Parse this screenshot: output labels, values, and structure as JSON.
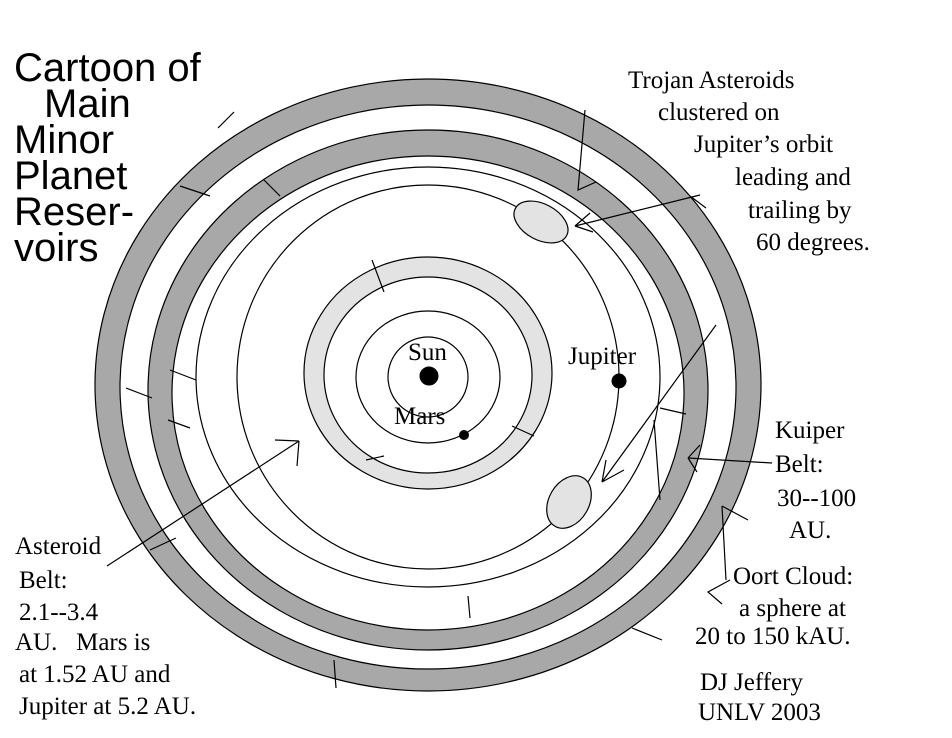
{
  "title": [
    "Cartoon of",
    "Main",
    "Minor",
    "Planet",
    "Reser-",
    "voirs"
  ],
  "labels": {
    "sun": "Sun",
    "mars": "Mars",
    "jupiter": "Jupiter"
  },
  "trojan": [
    "Trojan Asteroids",
    "clustered on",
    "Jupiter’s orbit",
    "leading and",
    "trailing by",
    "60 degrees."
  ],
  "kuiper": [
    "Kuiper",
    "Belt:",
    "30--100",
    "AU."
  ],
  "oort": [
    "Oort Cloud:",
    "a sphere at",
    "20 to 150 kAU."
  ],
  "asteroid": [
    "Asteroid",
    "Belt:",
    "2.1--3.4",
    "AU.   Mars is",
    "at 1.52 AU and",
    "Jupiter at 5.2 AU."
  ],
  "credit": [
    "DJ Jeffery",
    "UNLV 2003"
  ],
  "colors": {
    "outline": "#000000",
    "belt_gray": "#a8a8a8",
    "asteroid_belt_fill": "#e3e3e3",
    "trojan_fill": "#e3e3e3",
    "background": "#ffffff"
  }
}
